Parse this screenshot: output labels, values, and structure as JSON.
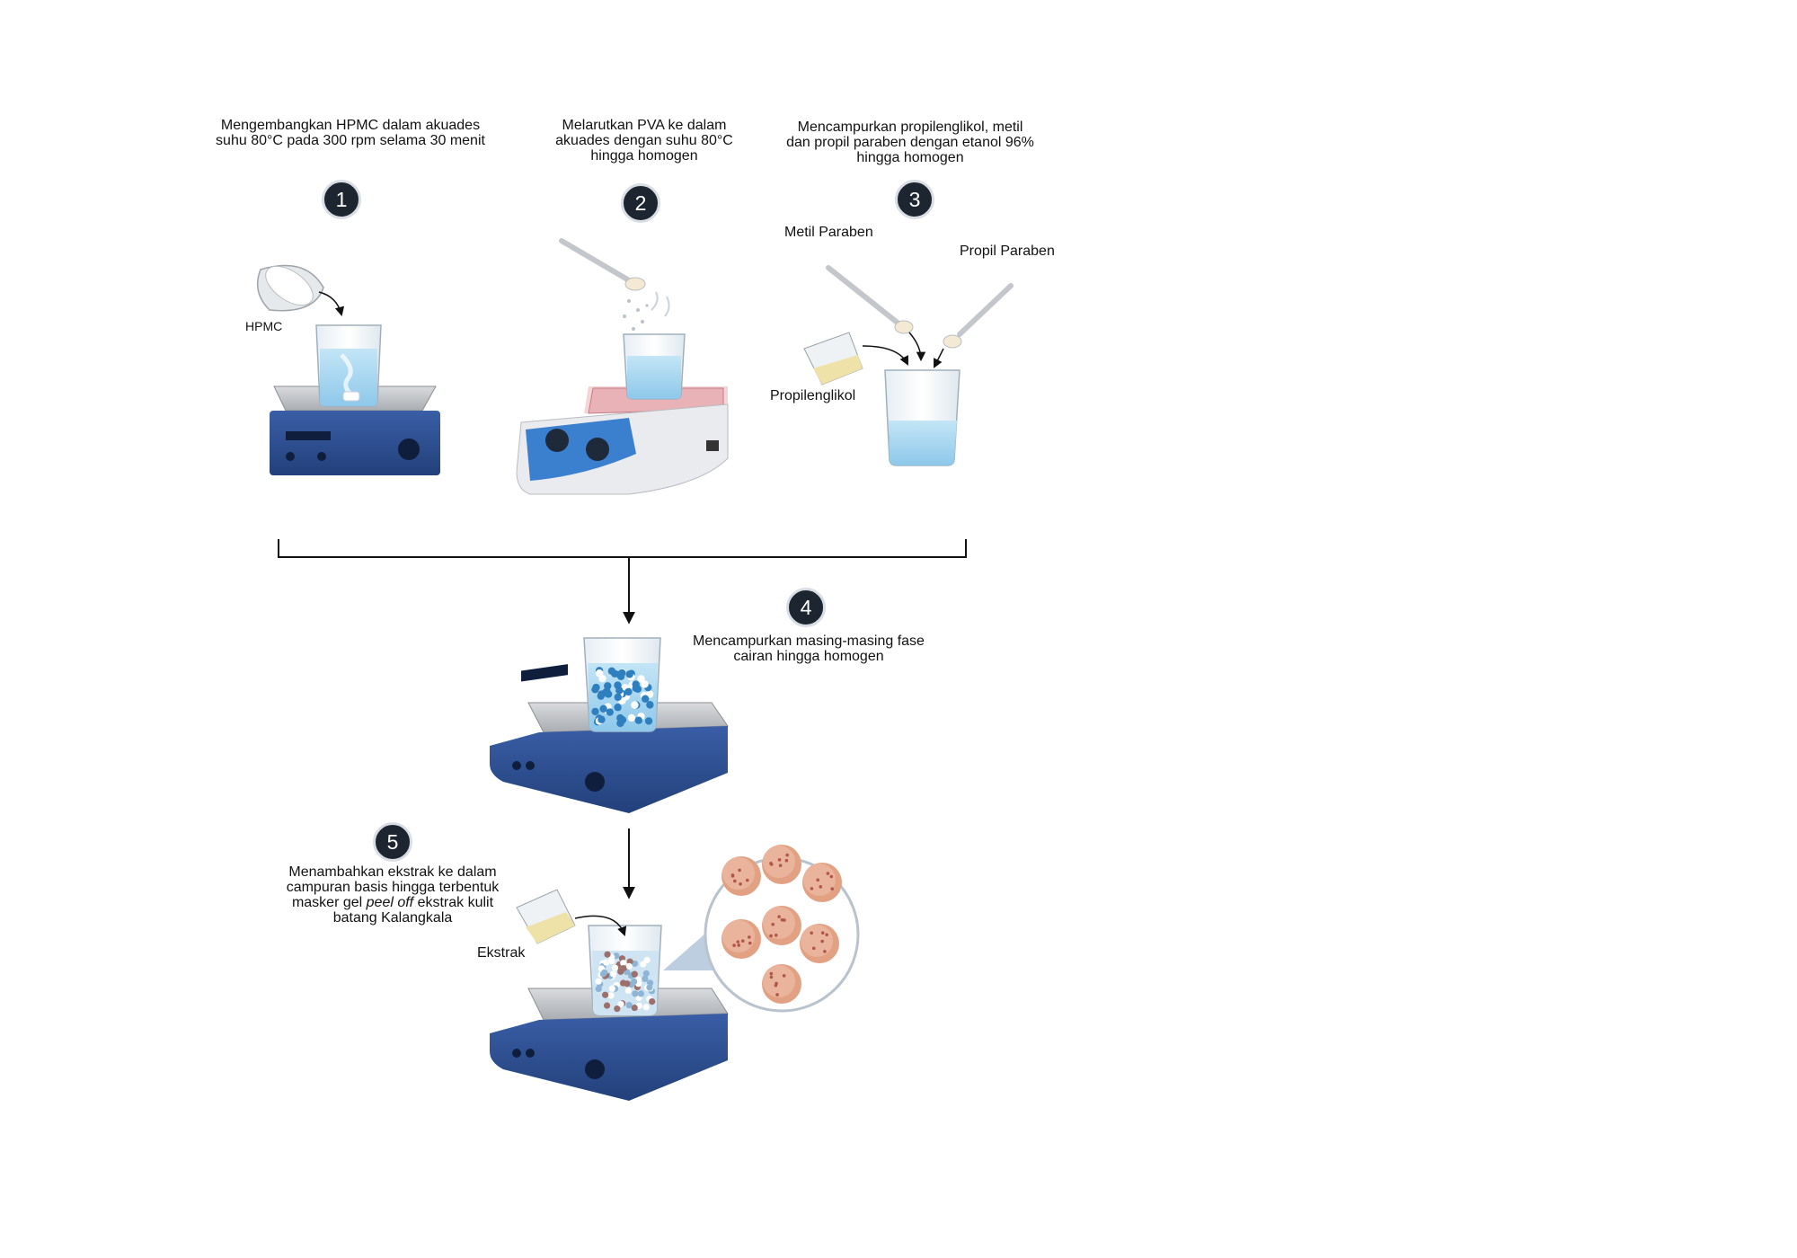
{
  "steps": [
    {
      "number": "1",
      "caption": "Mengembangkan HPMC dalam akuades suhu 80°C pada 300 rpm selama 30 menit"
    },
    {
      "number": "2",
      "caption": "Melarutkan PVA ke dalam akuades dengan suhu 80°C hingga homogen"
    },
    {
      "number": "3",
      "caption": "Mencampurkan propilenglikol, metil dan propil paraben dengan etanol 96% hingga homogen"
    },
    {
      "number": "4",
      "caption": "Mencampurkan masing-masing fase cairan hingga homogen"
    },
    {
      "number": "5",
      "caption_pre": "Menambahkan ekstrak ke dalam campuran basis hingga terbentuk masker gel ",
      "caption_italic": "peel off",
      "caption_post": " ekstrak kulit batang Kalangkala"
    }
  ],
  "labels": {
    "hpmc": "HPMC",
    "metil_paraben": "Metil Paraben",
    "propil_paraben": "Propil Paraben",
    "propilenglikol": "Propilenglikol",
    "ekstrak": "Ekstrak"
  },
  "colors": {
    "badge": "#1d2530",
    "plate_body": "#2f4f8f",
    "water": "#a9d6ef",
    "particle": "#2f7fc0",
    "hotplate_red": "#e8a0a8",
    "extract": "#efe2a8",
    "cell": "#e8a98f"
  },
  "icons": [
    "bowl-icon",
    "beaker-icon",
    "spatula-icon",
    "stirrer-icon",
    "hotplate-icon",
    "measuring-cup-icon",
    "magnifier-icon",
    "cell-icon"
  ]
}
